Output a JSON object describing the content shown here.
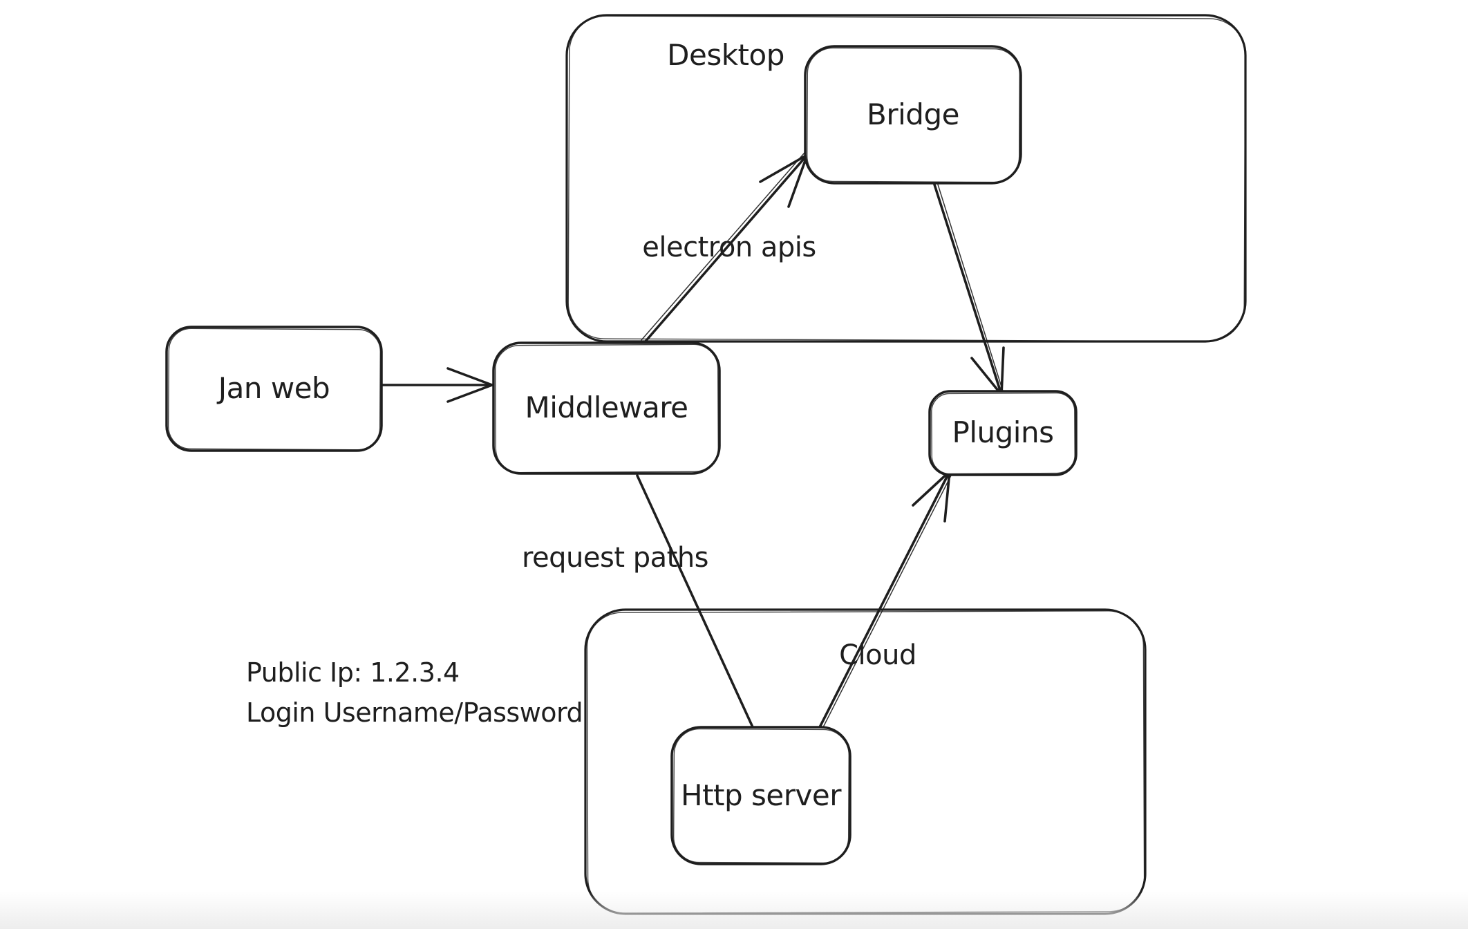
{
  "app": {
    "kind": "hand-drawn whiteboard diagram",
    "colors": {
      "background": "#ffffff",
      "stroke": "#1e1e1e",
      "footer_fade": "#ededed"
    }
  },
  "diagram": {
    "containers": [
      {
        "id": "desktop",
        "label": "Desktop"
      },
      {
        "id": "cloud",
        "label": "Cloud"
      }
    ],
    "nodes": [
      {
        "id": "jan-web",
        "label": "Jan web"
      },
      {
        "id": "middleware",
        "label": "Middleware"
      },
      {
        "id": "bridge",
        "label": "Bridge"
      },
      {
        "id": "plugins",
        "label": "Plugins"
      },
      {
        "id": "http-server",
        "label": "Http server"
      }
    ],
    "edges": [
      {
        "id": "jan-web-to-middleware",
        "from": "jan-web",
        "to": "middleware",
        "arrowhead": "end"
      },
      {
        "id": "middleware-to-bridge",
        "from": "middleware",
        "to": "bridge",
        "arrowhead": "end",
        "label": "electron apis"
      },
      {
        "id": "bridge-to-plugins",
        "from": "bridge",
        "to": "plugins",
        "arrowhead": "end"
      },
      {
        "id": "middleware-to-http-server",
        "from": "middleware",
        "to": "http-server",
        "arrowhead": "none",
        "label": "request paths"
      },
      {
        "id": "http-server-to-plugins",
        "from": "http-server",
        "to": "plugins",
        "arrowhead": "end"
      }
    ],
    "note": {
      "line1": "Public Ip: 1.2.3.4",
      "line2": "Login Username/Password"
    }
  }
}
